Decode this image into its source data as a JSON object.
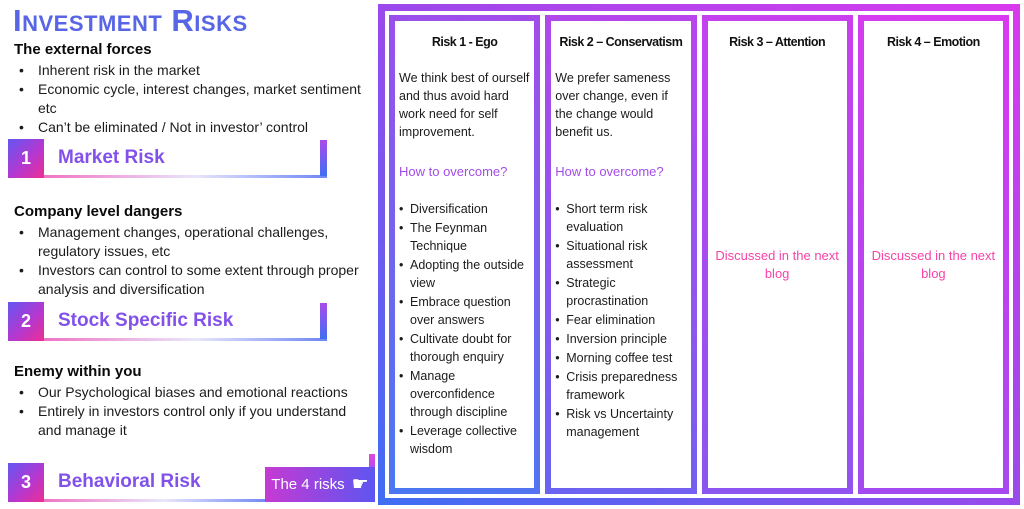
{
  "title": "Investment Risks",
  "colors": {
    "title_blue": "#5866e6",
    "banner_label_purple": "#8251ea",
    "overcome_purple": "#a44ce8",
    "note_pink": "#f543a8",
    "panel_gradient": [
      "#3f6ef3",
      "#9a49ec",
      "#d93aee"
    ],
    "number_badge_gradient": [
      "#6456f2",
      "#b438cf",
      "#ee2d93"
    ]
  },
  "left_sections": [
    {
      "heading": "The external forces",
      "bullets": [
        "Inherent risk in the market",
        "Economic cycle, interest changes, market sentiment etc",
        "Can’t be eliminated / Not in investor’ control"
      ],
      "banner": {
        "number": "1",
        "label": "Market Risk"
      }
    },
    {
      "heading": "Company level dangers",
      "bullets": [
        "Management changes, operational challenges, regulatory issues, etc",
        "Investors can control to some extent through proper analysis and diversification"
      ],
      "banner": {
        "number": "2",
        "label": "Stock Specific Risk"
      }
    },
    {
      "heading": "Enemy within you",
      "bullets": [
        "Our Psychological biases and emotional reactions",
        "Entirely in investors control only if you understand and manage it"
      ],
      "banner": {
        "number": "3",
        "label": "Behavioral Risk"
      }
    }
  ],
  "risks_badge": {
    "label": "The 4 risks",
    "icon_glyph": "☛"
  },
  "columns": [
    {
      "header": "Risk 1 -  Ego",
      "body": "We think best of ourself and thus avoid hard work need for self improvement.",
      "overcome_label": "How to overcome?",
      "bullets": [
        "Diversification",
        "The Feynman Technique",
        "Adopting the outside view",
        "Embrace question over answers",
        "Cultivate doubt for thorough enquiry",
        "Manage overconfidence through discipline",
        "Leverage collective wisdom"
      ]
    },
    {
      "header": "Risk 2 – Conservatism",
      "body": "We prefer sameness over change, even if the change would benefit us.",
      "overcome_label": "How to overcome?",
      "bullets": [
        "Short term risk evaluation",
        "Situational risk assessment",
        "Strategic procrastination",
        "Fear elimination",
        "Inversion principle",
        "Morning coffee test",
        "Crisis preparedness framework",
        "Risk vs Uncertainty management"
      ]
    },
    {
      "header": "Risk 3 – Attention",
      "note": "Discussed in the next blog"
    },
    {
      "header": "Risk 4 – Emotion",
      "note": "Discussed in the next blog"
    }
  ]
}
